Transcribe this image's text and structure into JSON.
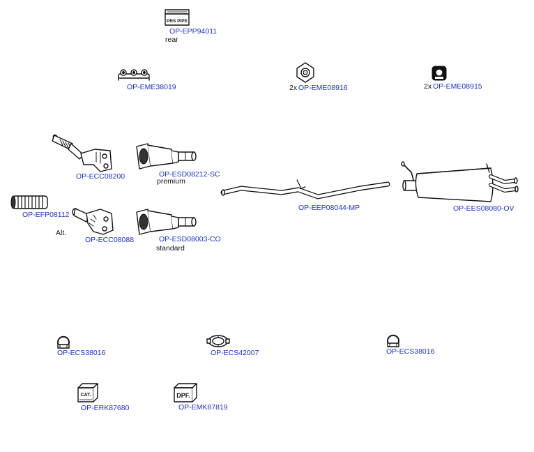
{
  "parts": [
    {
      "id": "p1",
      "code": "OP-EPP94011",
      "note": "rear",
      "icon": "prs-pipe-box-icon",
      "icon_label": "PRS PIPE"
    },
    {
      "id": "p2",
      "code": "OP-EME38019",
      "icon": "rubber-hanger-bracket-icon"
    },
    {
      "id": "p3",
      "code": "OP-EME08916",
      "qty": "2x",
      "icon": "rubber-mount-ring-icon"
    },
    {
      "id": "p4",
      "code": "OP-EME08915",
      "qty": "2x",
      "icon": "rubber-mount-block-icon"
    },
    {
      "id": "p5",
      "code": "OP-ECC08200",
      "icon": "catalytic-converter-manifold-icon"
    },
    {
      "id": "p6",
      "code": "OP-ESD08212-SC",
      "note": "premium",
      "icon": "particulate-filter-icon"
    },
    {
      "id": "p7",
      "code": "OP-EFP08112",
      "icon": "flex-pipe-icon"
    },
    {
      "id": "p8",
      "code": "OP-ECC08088",
      "note": "Alt.",
      "icon": "catalytic-converter-alt-icon"
    },
    {
      "id": "p9",
      "code": "OP-ESD08003-CO",
      "note": "standard",
      "icon": "particulate-filter-standard-icon"
    },
    {
      "id": "p10",
      "code": "OP-EEP08044-MP",
      "icon": "middle-pipe-icon"
    },
    {
      "id": "p11",
      "code": "OP-EES08080-OV",
      "icon": "rear-silencer-icon"
    },
    {
      "id": "p12",
      "code": "OP-ECS38016",
      "icon": "pipe-clamp-icon"
    },
    {
      "id": "p13",
      "code": "OP-ECS42007",
      "icon": "double-pipe-clamp-icon"
    },
    {
      "id": "p14",
      "code": "OP-ECS38016",
      "icon": "pipe-clamp-icon"
    },
    {
      "id": "p15",
      "code": "OP-ERK87680",
      "icon": "cat-repair-kit-box-icon",
      "icon_label": "CAT."
    },
    {
      "id": "p16",
      "code": "OP-EMK87819",
      "icon": "dpf-mounting-kit-box-icon",
      "icon_label": "DPF."
    }
  ],
  "colors": {
    "code_link": "#1a33c8",
    "line_art": "#111111",
    "background": "#ffffff"
  }
}
